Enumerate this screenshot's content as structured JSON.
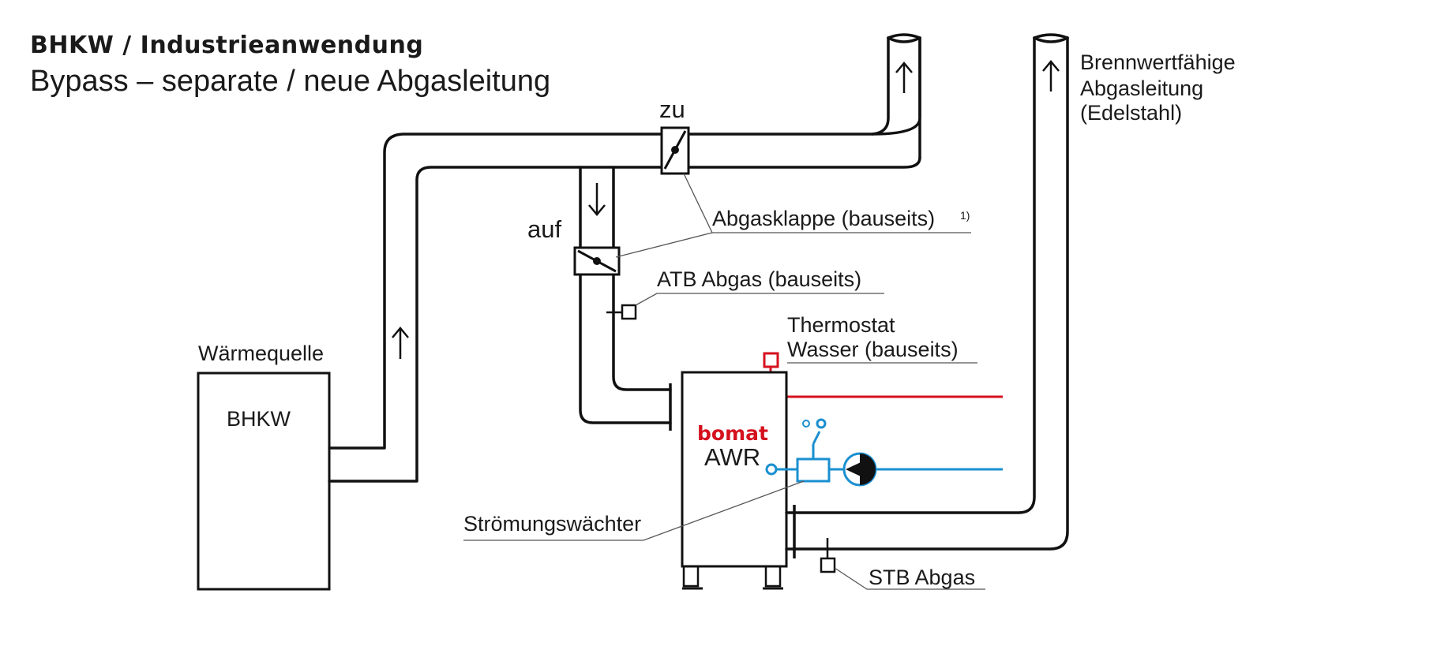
{
  "title": "BHKW / Industrieanwendung",
  "subtitle": "Bypass – separate / neue Abgasleitung",
  "labels": {
    "waermequelle": "Wärmequelle",
    "bhkw": "BHKW",
    "zu": "zu",
    "auf": "auf",
    "abgasklappe": "Abgasklappe (bauseits)",
    "footnote": "1)",
    "atb": "ATB Abgas (bauseits)",
    "thermostat_line1": "Thermostat",
    "thermostat_line2": "Wasser (bauseits)",
    "brand": "bomat",
    "awr": "AWR",
    "stroemung": "Strömungswächter",
    "stb": "STB Abgas",
    "brennwert_line1": "Brennwertfähige",
    "brennwert_line2": "Abgasleitung",
    "brennwert_line3": "(Edelstahl)"
  },
  "colors": {
    "hot_water": "#d4121e",
    "cold_water": "#1a8fd0",
    "brand": "#d4121e",
    "line": "#111111"
  }
}
